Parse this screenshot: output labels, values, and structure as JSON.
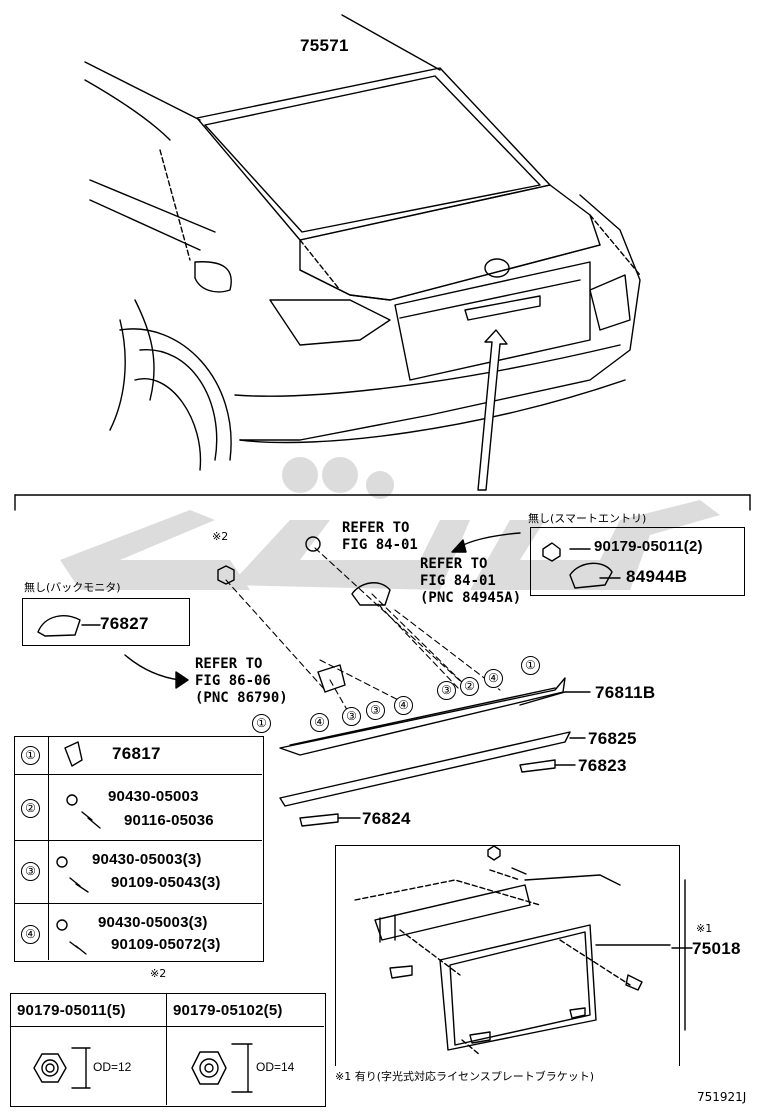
{
  "parts": {
    "glass_weatherstrip": "75571",
    "moulding": "76811B",
    "garnish": "76825",
    "pad_a": "76823",
    "pad_b": "76824",
    "clip": "76817",
    "camera_cover": "76827",
    "smart_clip": "90179-05011(2)",
    "smart_switch": "84944B",
    "bracket": "75018"
  },
  "refer": {
    "fig_84_a": "REFER TO\nFIG 84-01",
    "fig_84_b": "REFER TO\nFIG 84-01\n(PNC 84945A)",
    "fig_86": "REFER TO\nFIG 86-06\n(PNC 86790)"
  },
  "notes": {
    "no_back_monitor": "無し(バックモニタ)",
    "no_smart_entry": "無し(スマートエントリ)",
    "mark2": "※2",
    "mark1": "※1",
    "footnote1": "※1 有り(字光式対応ライセンスプレートブラケット)",
    "code": "751921J"
  },
  "callouts": {
    "c1": "①",
    "c2": "②",
    "c3": "③",
    "c4": "④"
  },
  "legend": {
    "row1": {
      "n": "①",
      "a": "76817"
    },
    "row2": {
      "n": "②",
      "a": "90430-05003",
      "b": "90116-05036"
    },
    "row3": {
      "n": "③",
      "a": "90430-05003(3)",
      "b": "90109-05043(3)"
    },
    "row4": {
      "n": "④",
      "a": "90430-05003(3)",
      "b": "90109-05072(3)"
    }
  },
  "nut_table": {
    "mark": "※2",
    "col1_title": "90179-05011(5)",
    "col2_title": "90179-05102(5)",
    "col1_od": "OD=12",
    "col2_od": "OD=14"
  }
}
